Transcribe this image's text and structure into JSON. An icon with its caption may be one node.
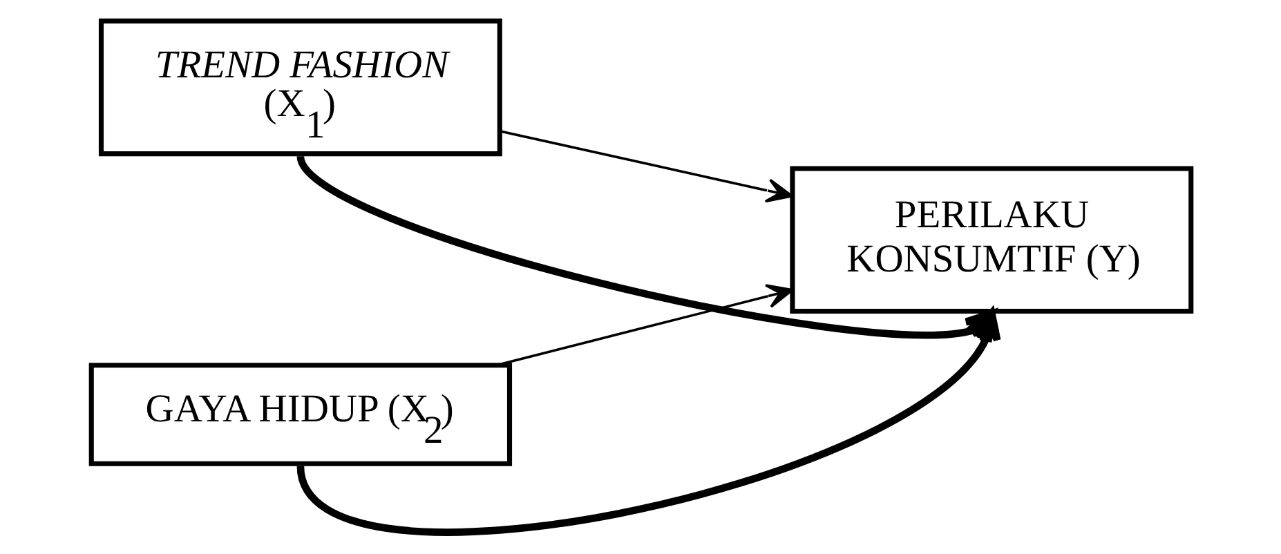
{
  "diagram": {
    "nodes": [
      {
        "text": [
          "*TREND FASHION* (X$_{1}$)"
        ]
      },
      {
        "text": [
          "GAYA HIDUP (X$_{2}$)"
        ]
      },
      {
        "text": [
          "PERILAKU KONSUMTIF (Y)"
        ]
      }
    ],
    "edges": [
      {
        "from": 0,
        "to": 2,
        "arrow": "to"
      },
      {
        "from": 1,
        "to": 2,
        "arrow": "to"
      },
      {
        "from": 0,
        "to": 2,
        "arrow": "to",
        "style": "thick"
      },
      {
        "from": 1,
        "to": 2,
        "arrow": "to",
        "style": "thick"
      }
    ]
  }
}
